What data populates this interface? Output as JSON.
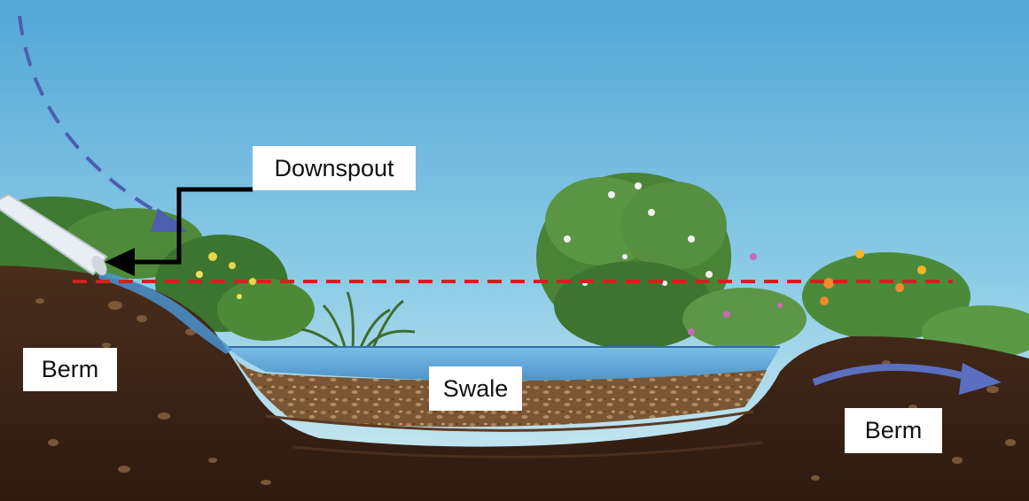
{
  "labels": {
    "downspout": "Downspout",
    "berm_left": "Berm",
    "swale": "Swale",
    "berm_right": "Berm"
  },
  "colors": {
    "sky_top": "#4fa6d6",
    "sky_bottom": "#c8e6f1",
    "soil_dark": "#3b2418",
    "soil_light": "#8a6440",
    "water": "#5ea7d8",
    "foliage": "#4f8a3a",
    "flow_arrow": "#4c5fae",
    "pointer_arrow": "#000000",
    "overflow_line": "#d42020"
  },
  "icons": {
    "downspout_pipe": "downspout-pipe-icon",
    "rain_flow": "curved-dashed-arrow-icon",
    "overflow_flow": "curved-arrow-right-icon",
    "pointer": "elbow-arrow-icon"
  }
}
